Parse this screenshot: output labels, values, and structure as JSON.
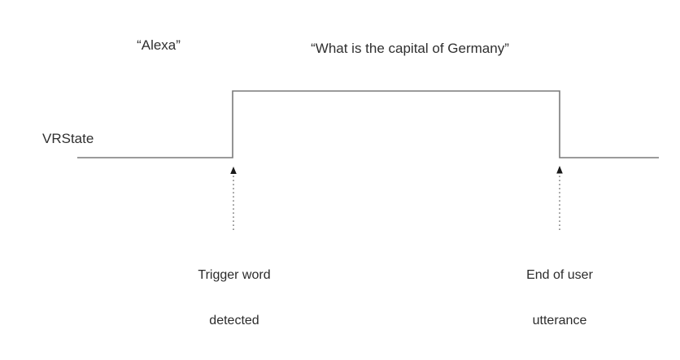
{
  "figure": {
    "signal_label": "VRState",
    "utterances": [
      {
        "name": "wake-word",
        "text": "“Alexa”"
      },
      {
        "name": "query",
        "text": "“What is the capital of Germany”"
      }
    ],
    "annotations": [
      {
        "name": "trigger",
        "line1": "Trigger word",
        "line2": "detected"
      },
      {
        "name": "end",
        "line1": "End of user",
        "line2": "utterance"
      }
    ]
  },
  "chart_data": {
    "type": "line",
    "title": "",
    "xlabel": "",
    "ylabel": "VRState",
    "grid": false,
    "legend": "none",
    "series": [
      {
        "name": "VRState",
        "step": true,
        "points": [
          {
            "x": 0,
            "y": 0
          },
          {
            "x": 286,
            "y": 0
          },
          {
            "x": 286,
            "y": 1
          },
          {
            "x": 688,
            "y": 1
          },
          {
            "x": 688,
            "y": 0
          },
          {
            "x": 836,
            "y": 0
          }
        ]
      }
    ],
    "events": [
      {
        "x": 286,
        "label": "Trigger word detected"
      },
      {
        "x": 688,
        "label": "End of user utterance"
      }
    ],
    "ylim": [
      0,
      1
    ],
    "xlim": [
      0,
      836
    ]
  },
  "style": {
    "line_color": "#7a7a7a",
    "arrow_color": "#1a1a1a",
    "text_color": "#2b2b2b",
    "background": "#ffffff"
  }
}
